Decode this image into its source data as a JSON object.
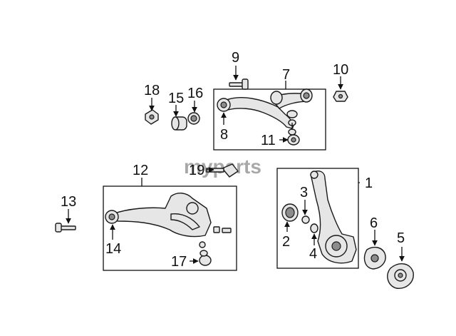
{
  "watermark": "myparts",
  "callouts": {
    "c1": "1",
    "c2": "2",
    "c3": "3",
    "c4": "4",
    "c5": "5",
    "c6": "6",
    "c7": "7",
    "c8": "8",
    "c9": "9",
    "c10": "10",
    "c11": "11",
    "c12": "12",
    "c13": "13",
    "c14": "14",
    "c15": "15",
    "c16": "16",
    "c17": "17",
    "c18": "18",
    "c19": "19"
  }
}
